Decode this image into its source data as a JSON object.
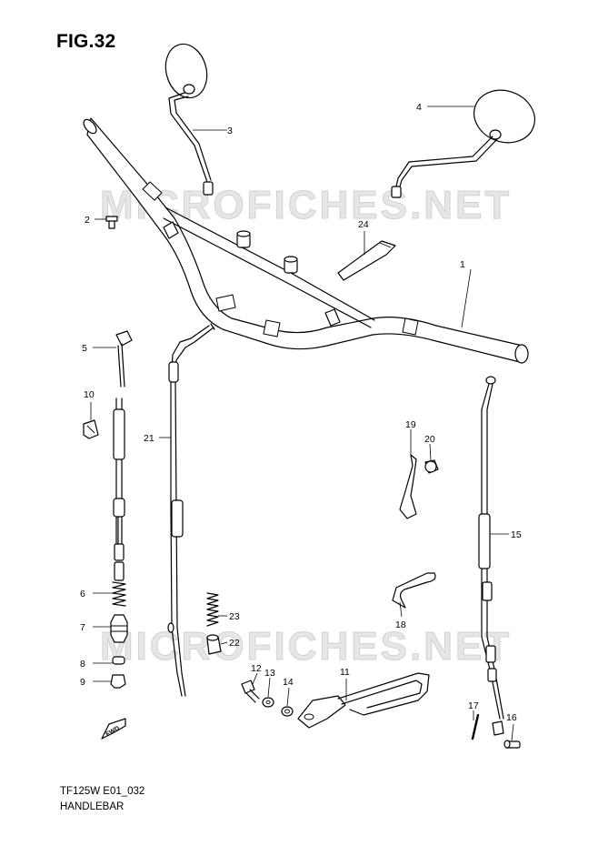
{
  "figure": {
    "title": "FIG.32",
    "code": "TF125W E01_032",
    "name": "HANDLEBAR"
  },
  "watermark": "MICROFICHES.NET",
  "fwd_label": "FWD",
  "callouts": [
    "1",
    "2",
    "3",
    "4",
    "5",
    "6",
    "7",
    "8",
    "9",
    "10",
    "11",
    "12",
    "13",
    "14",
    "15",
    "16",
    "17",
    "18",
    "19",
    "20",
    "21",
    "22",
    "23",
    "24"
  ],
  "parts": [
    {
      "number": "1",
      "name": "handlebar"
    },
    {
      "number": "2",
      "name": "screw"
    },
    {
      "number": "3",
      "name": "mirror-left"
    },
    {
      "number": "4",
      "name": "mirror-right"
    },
    {
      "number": "5",
      "name": "cable-end"
    },
    {
      "number": "6",
      "name": "spring"
    },
    {
      "number": "7",
      "name": "adjuster"
    },
    {
      "number": "8",
      "name": "pin"
    },
    {
      "number": "9",
      "name": "nut"
    },
    {
      "number": "10",
      "name": "clip"
    },
    {
      "number": "11",
      "name": "bracket"
    },
    {
      "number": "12",
      "name": "bolt"
    },
    {
      "number": "13",
      "name": "washer"
    },
    {
      "number": "14",
      "name": "washer"
    },
    {
      "number": "15",
      "name": "cable"
    },
    {
      "number": "16",
      "name": "pin"
    },
    {
      "number": "17",
      "name": "pin"
    },
    {
      "number": "18",
      "name": "spring-clip"
    },
    {
      "number": "19",
      "name": "spring-clip"
    },
    {
      "number": "20",
      "name": "screw"
    },
    {
      "number": "21",
      "name": "cable"
    },
    {
      "number": "22",
      "name": "cap"
    },
    {
      "number": "23",
      "name": "spring"
    },
    {
      "number": "24",
      "name": "strap"
    }
  ],
  "colors": {
    "line": "#000000",
    "background": "#ffffff",
    "watermark": "#d9d9d9"
  }
}
